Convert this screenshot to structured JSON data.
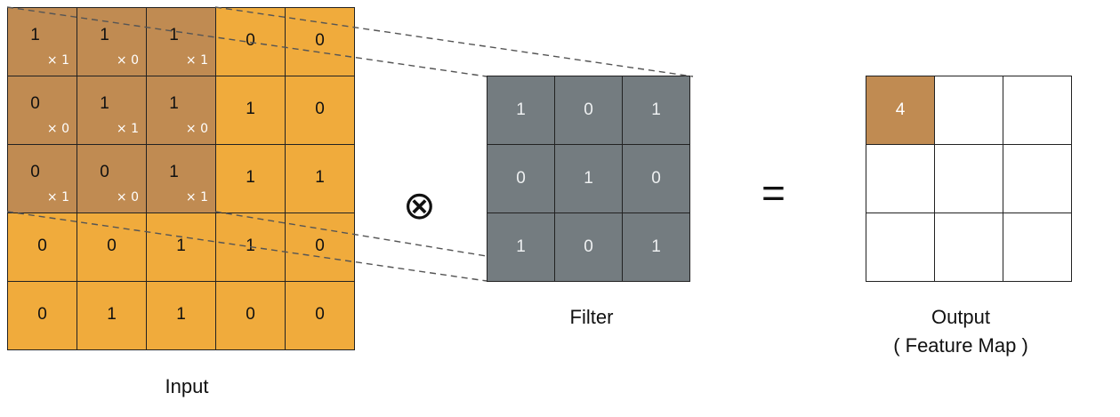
{
  "input": {
    "label": "Input",
    "rows": [
      [
        "1",
        "1",
        "1",
        "0",
        "0"
      ],
      [
        "0",
        "1",
        "1",
        "1",
        "0"
      ],
      [
        "0",
        "0",
        "1",
        "1",
        "1"
      ],
      [
        "0",
        "0",
        "1",
        "1",
        "0"
      ],
      [
        "0",
        "1",
        "1",
        "0",
        "0"
      ]
    ],
    "multipliers": [
      [
        "× 1",
        "× 0",
        "× 1"
      ],
      [
        "× 0",
        "× 1",
        "× 0"
      ],
      [
        "× 1",
        "× 0",
        "× 1"
      ]
    ]
  },
  "operator_conv": "⊗",
  "filter": {
    "label": "Filter",
    "rows": [
      [
        "1",
        "0",
        "1"
      ],
      [
        "0",
        "1",
        "0"
      ],
      [
        "1",
        "0",
        "1"
      ]
    ]
  },
  "operator_equals": "=",
  "output": {
    "label_line1": "Output",
    "label_line2": "( Feature Map )",
    "rows": [
      [
        "4",
        "",
        ""
      ],
      [
        "",
        "",
        ""
      ],
      [
        "",
        "",
        ""
      ]
    ]
  },
  "colors": {
    "input_cell": "#f0ab3c",
    "input_active": "#c08b52",
    "filter_cell": "#747c80",
    "output_filled": "#c08b52"
  }
}
